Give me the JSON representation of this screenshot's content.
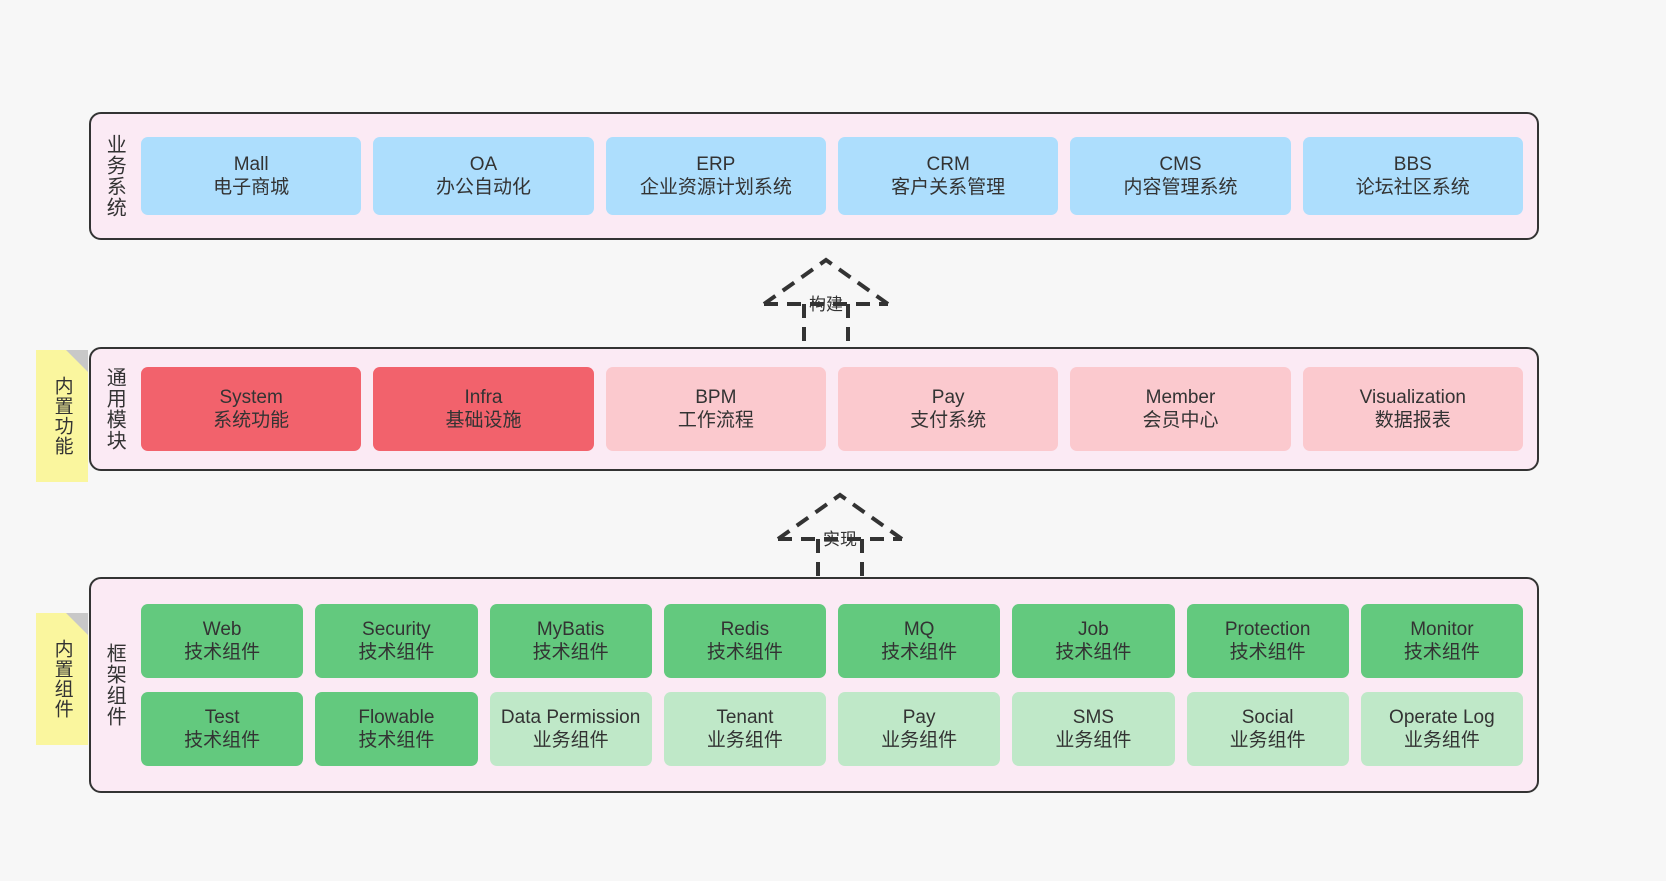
{
  "diagram": {
    "title": "",
    "background": "#f7f7f7",
    "colors": {
      "layer_fill": "#fbeaf4",
      "layer_stroke": "#333333",
      "business_card": "#addefd",
      "module_strong": "#f2626c",
      "module_soft": "#fbc9ce",
      "tech_component": "#63c97e",
      "business_component": "#bfe8c8",
      "note_fill": "#faf69e",
      "note_fold": "#c8c8c8",
      "text": "#333333"
    }
  },
  "layers": {
    "business": {
      "title": "业务系统",
      "cards": [
        {
          "name": "Mall",
          "desc": "电子商城"
        },
        {
          "name": "OA",
          "desc": "办公自动化"
        },
        {
          "name": "ERP",
          "desc": "企业资源计划系统"
        },
        {
          "name": "CRM",
          "desc": "客户关系管理"
        },
        {
          "name": "CMS",
          "desc": "内容管理系统"
        },
        {
          "name": "BBS",
          "desc": "论坛社区系统"
        }
      ]
    },
    "modules": {
      "title": "通用模块",
      "note": "内置功能",
      "cards": [
        {
          "name": "System",
          "desc": "系统功能",
          "emphasis": "strong"
        },
        {
          "name": "Infra",
          "desc": "基础设施",
          "emphasis": "strong"
        },
        {
          "name": "BPM",
          "desc": "工作流程",
          "emphasis": "soft"
        },
        {
          "name": "Pay",
          "desc": "支付系统",
          "emphasis": "soft"
        },
        {
          "name": "Member",
          "desc": "会员中心",
          "emphasis": "soft"
        },
        {
          "name": "Visualization",
          "desc": "数据报表",
          "emphasis": "soft"
        }
      ]
    },
    "framework": {
      "title": "框架组件",
      "note": "内置组件",
      "row1": [
        {
          "name": "Web",
          "desc": "技术组件",
          "kind": "tech"
        },
        {
          "name": "Security",
          "desc": "技术组件",
          "kind": "tech"
        },
        {
          "name": "MyBatis",
          "desc": "技术组件",
          "kind": "tech"
        },
        {
          "name": "Redis",
          "desc": "技术组件",
          "kind": "tech"
        },
        {
          "name": "MQ",
          "desc": "技术组件",
          "kind": "tech"
        },
        {
          "name": "Job",
          "desc": "技术组件",
          "kind": "tech"
        },
        {
          "name": "Protection",
          "desc": "技术组件",
          "kind": "tech"
        },
        {
          "name": "Monitor",
          "desc": "技术组件",
          "kind": "tech"
        }
      ],
      "row2": [
        {
          "name": "Test",
          "desc": "技术组件",
          "kind": "tech"
        },
        {
          "name": "Flowable",
          "desc": "技术组件",
          "kind": "tech"
        },
        {
          "name": "Data Permission",
          "desc": "业务组件",
          "kind": "business"
        },
        {
          "name": "Tenant",
          "desc": "业务组件",
          "kind": "business"
        },
        {
          "name": "Pay",
          "desc": "业务组件",
          "kind": "business"
        },
        {
          "name": "SMS",
          "desc": "业务组件",
          "kind": "business"
        },
        {
          "name": "Social",
          "desc": "业务组件",
          "kind": "business"
        },
        {
          "name": "Operate Log",
          "desc": "业务组件",
          "kind": "business"
        }
      ]
    }
  },
  "connectors": [
    {
      "label": "构建",
      "style": "dashed-hollow-arrow-up"
    },
    {
      "label": "实现",
      "style": "dashed-hollow-arrow-up"
    }
  ]
}
